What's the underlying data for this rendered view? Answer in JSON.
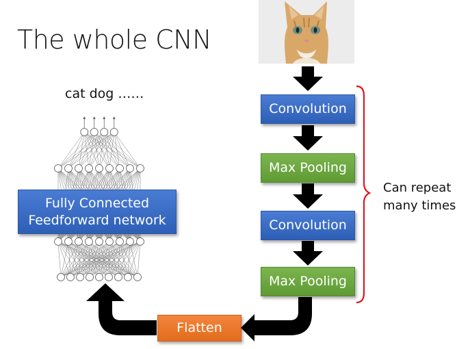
{
  "title": "The whole CNN",
  "output_label": "cat dog ……",
  "input_image": {
    "subject": "kitten photo",
    "icon": "cat-image"
  },
  "pipeline": [
    {
      "id": "conv1",
      "label": "Convolution",
      "color": "#3b6cc6"
    },
    {
      "id": "pool1",
      "label": "Max Pooling",
      "color": "#6ea842"
    },
    {
      "id": "conv2",
      "label": "Convolution",
      "color": "#3b6cc6"
    },
    {
      "id": "pool2",
      "label": "Max Pooling",
      "color": "#6ea842"
    }
  ],
  "flatten": {
    "label": "Flatten",
    "color": "#ee7a2e"
  },
  "fully_connected": {
    "line1": "Fully Connected",
    "line2": "Feedforward network",
    "color": "#3b6cc6"
  },
  "bracket": {
    "line1": "Can repeat",
    "line2": "many times",
    "color": "#e0141e"
  },
  "network": {
    "layers": [
      4,
      9,
      9,
      9
    ]
  }
}
